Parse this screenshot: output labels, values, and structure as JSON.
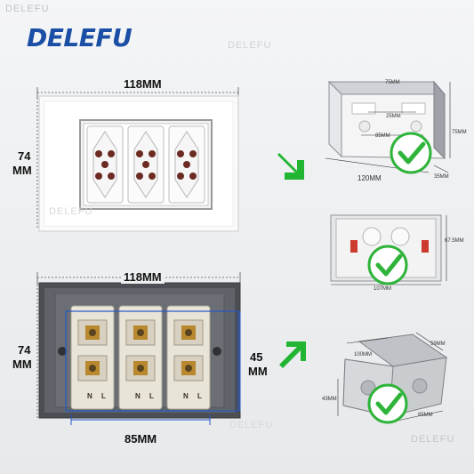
{
  "brand": {
    "name": "DELEFU"
  },
  "watermarks": {
    "top_left": "DELEFU",
    "center": "DELEFU",
    "panel": "DELEFU",
    "bottom": "DELEFU",
    "bottom_right": "DELEFU"
  },
  "front_panel": {
    "width_label": "118MM",
    "height_label_line1": "74",
    "height_label_line2": "MM"
  },
  "back_panel": {
    "width_label": "118MM",
    "height_label_line1": "74",
    "height_label_line2": "MM",
    "spacing_label": "85MM",
    "module_height_line1": "45",
    "module_height_line2": "MM",
    "terminals": [
      "N",
      "L"
    ]
  },
  "box_1": {
    "top_label": "75MM",
    "inner_label": "25MM",
    "center_label": "85MM",
    "width_label": "120MM",
    "depth_label": "35MM",
    "height_label": "75MM"
  },
  "box_2": {
    "width_label": "107MM",
    "height_label": "67.5MM"
  },
  "box_3": {
    "top_label": "59MM",
    "side_label": "100MM",
    "height_label": "43MM",
    "width_label": "85MM"
  },
  "colors": {
    "brand": "#1b4fa6",
    "arrow": "#21b532",
    "check": "#2fb43a"
  }
}
